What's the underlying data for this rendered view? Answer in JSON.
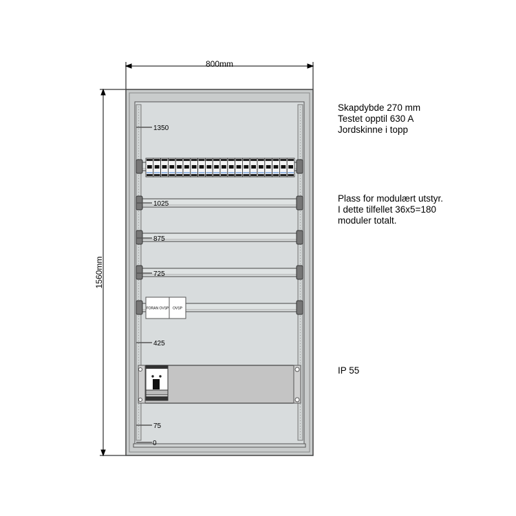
{
  "dimensions": {
    "width": "800mm",
    "height": "1560mm"
  },
  "height_marks": [
    "1350",
    "1025",
    "875",
    "725",
    "425",
    "75",
    "0"
  ],
  "device_label": {
    "left": "FORAN OVSP",
    "right": "OVSP"
  },
  "breaker_count": 20,
  "notes": {
    "top": [
      "Skapdybde 270 mm",
      "Testet opptil 630 A",
      "Jordskinne i topp"
    ],
    "middle": [
      "Plass for modulært utstyr.",
      "I dette tilfellet 36x5=180",
      "moduler totalt."
    ],
    "bottom": [
      "IP 55"
    ]
  },
  "colors": {
    "cabinet": "#c9cccc",
    "panel": "#d8dcdd",
    "rail": "#dfe3e3",
    "cover": "#c4c4c4"
  }
}
